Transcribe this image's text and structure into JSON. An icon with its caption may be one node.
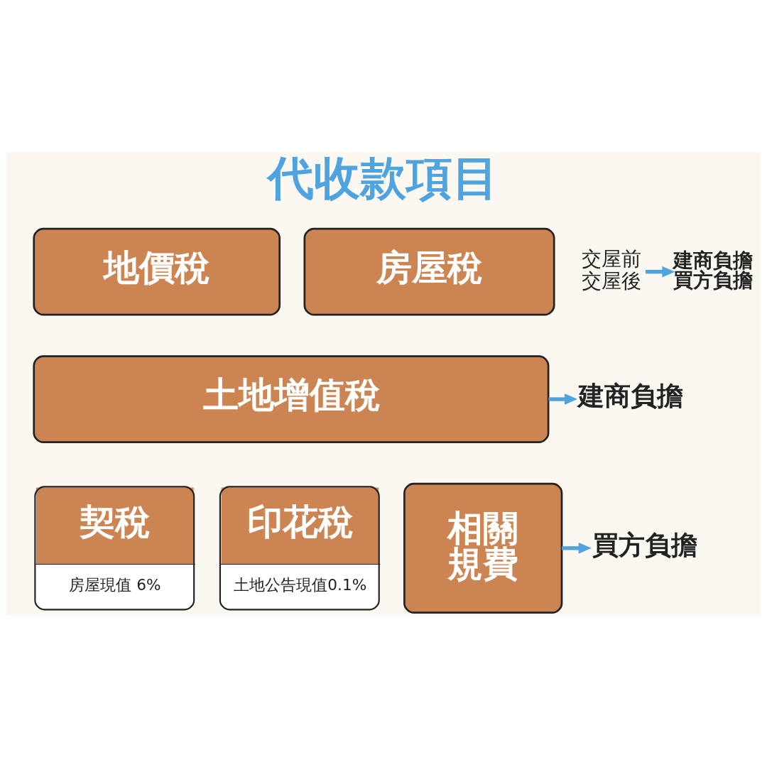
{
  "diagram": {
    "title": "代收款項目",
    "nodes": [
      {
        "text": [
          "地價稅"
        ]
      },
      {
        "text": [
          "房屋稅"
        ]
      },
      {
        "text": [
          "交屋前",
          "交屋後"
        ]
      },
      {
        "text": [
          "建商負擔",
          "買方負擔"
        ]
      },
      {
        "text": [
          "土地增值稅"
        ]
      },
      {
        "text": [
          "建商負擔"
        ]
      },
      {
        "text": [
          "契稅",
          "房屋現值 6%"
        ]
      },
      {
        "text": [
          "印花稅",
          "土地公告現值0.1%"
        ]
      },
      {
        "text": [
          "相關規費"
        ]
      },
      {
        "text": [
          "買方負擔"
        ]
      }
    ],
    "edges": [
      {
        "from": 2,
        "to": 3,
        "arrow": "to"
      },
      {
        "from": 4,
        "to": 5,
        "arrow": "to"
      },
      {
        "from": 8,
        "to": 9,
        "arrow": "to"
      }
    ]
  }
}
